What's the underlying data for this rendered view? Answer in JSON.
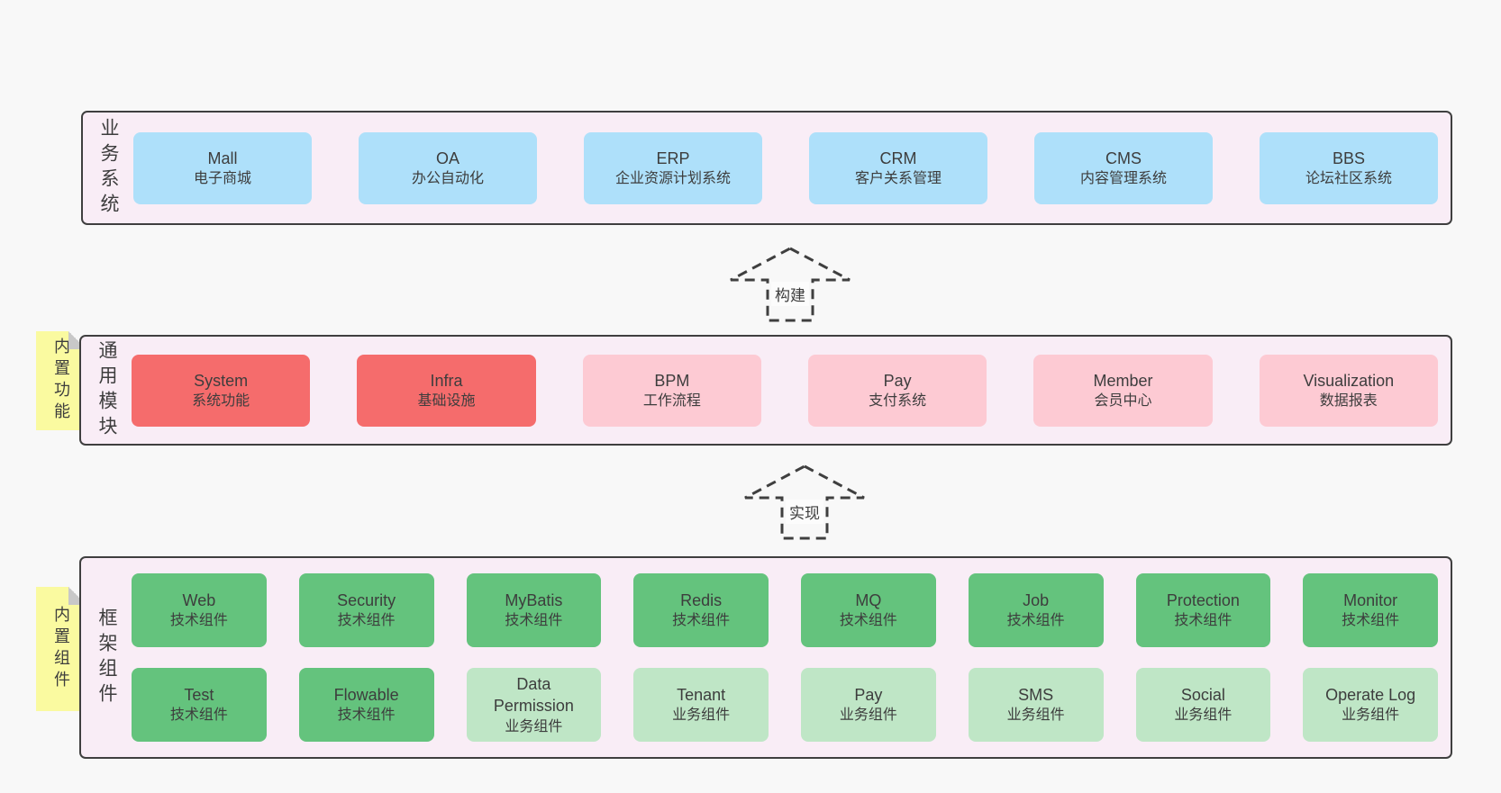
{
  "colors": {
    "page_bg": "#f8f8f8",
    "band_bg": "#f9edf6",
    "band_border": "#3f3f3f",
    "blue": "#aee0fa",
    "red": "#f56c6c",
    "pink": "#fdcad3",
    "green": "#64c37d",
    "lightgreen": "#bfe6c6",
    "note_bg": "#fafaa0",
    "note_fold": "#c8c8c8",
    "text": "#3d3d3d",
    "arrow_label_bg": "#fcfcfc"
  },
  "arrows": [
    {
      "id": "build",
      "label": "构建"
    },
    {
      "id": "implement",
      "label": "实现"
    }
  ],
  "bands": [
    {
      "id": "business-systems",
      "label": "业务系统",
      "note": null,
      "rows": [
        [
          {
            "name": "Mall",
            "subtitle": "电子商城",
            "type": "blue"
          },
          {
            "name": "OA",
            "subtitle": "办公自动化",
            "type": "blue"
          },
          {
            "name": "ERP",
            "subtitle": "企业资源计划系统",
            "type": "blue"
          },
          {
            "name": "CRM",
            "subtitle": "客户关系管理",
            "type": "blue"
          },
          {
            "name": "CMS",
            "subtitle": "内容管理系统",
            "type": "blue"
          },
          {
            "name": "BBS",
            "subtitle": "论坛社区系统",
            "type": "blue"
          }
        ]
      ]
    },
    {
      "id": "common-modules",
      "label": "通用模块",
      "note": "内置功能",
      "rows": [
        [
          {
            "name": "System",
            "subtitle": "系统功能",
            "type": "red"
          },
          {
            "name": "Infra",
            "subtitle": "基础设施",
            "type": "red"
          },
          {
            "name": "BPM",
            "subtitle": "工作流程",
            "type": "pink"
          },
          {
            "name": "Pay",
            "subtitle": "支付系统",
            "type": "pink"
          },
          {
            "name": "Member",
            "subtitle": "会员中心",
            "type": "pink"
          },
          {
            "name": "Visualization",
            "subtitle": "数据报表",
            "type": "pink"
          }
        ]
      ]
    },
    {
      "id": "framework-components",
      "label": "框架组件",
      "note": "内置组件",
      "rows": [
        [
          {
            "name": "Web",
            "subtitle": "技术组件",
            "type": "green"
          },
          {
            "name": "Security",
            "subtitle": "技术组件",
            "type": "green"
          },
          {
            "name": "MyBatis",
            "subtitle": "技术组件",
            "type": "green"
          },
          {
            "name": "Redis",
            "subtitle": "技术组件",
            "type": "green"
          },
          {
            "name": "MQ",
            "subtitle": "技术组件",
            "type": "green"
          },
          {
            "name": "Job",
            "subtitle": "技术组件",
            "type": "green"
          },
          {
            "name": "Protection",
            "subtitle": "技术组件",
            "type": "green"
          },
          {
            "name": "Monitor",
            "subtitle": "技术组件",
            "type": "green"
          }
        ],
        [
          {
            "name": "Test",
            "subtitle": "技术组件",
            "type": "green"
          },
          {
            "name": "Flowable",
            "subtitle": "技术组件",
            "type": "green"
          },
          {
            "name": "Data Permission",
            "subtitle": "业务组件",
            "type": "lightgreen"
          },
          {
            "name": "Tenant",
            "subtitle": "业务组件",
            "type": "lightgreen"
          },
          {
            "name": "Pay",
            "subtitle": "业务组件",
            "type": "lightgreen"
          },
          {
            "name": "SMS",
            "subtitle": "业务组件",
            "type": "lightgreen"
          },
          {
            "name": "Social",
            "subtitle": "业务组件",
            "type": "lightgreen"
          },
          {
            "name": "Operate Log",
            "subtitle": "业务组件",
            "type": "lightgreen"
          }
        ]
      ]
    }
  ]
}
